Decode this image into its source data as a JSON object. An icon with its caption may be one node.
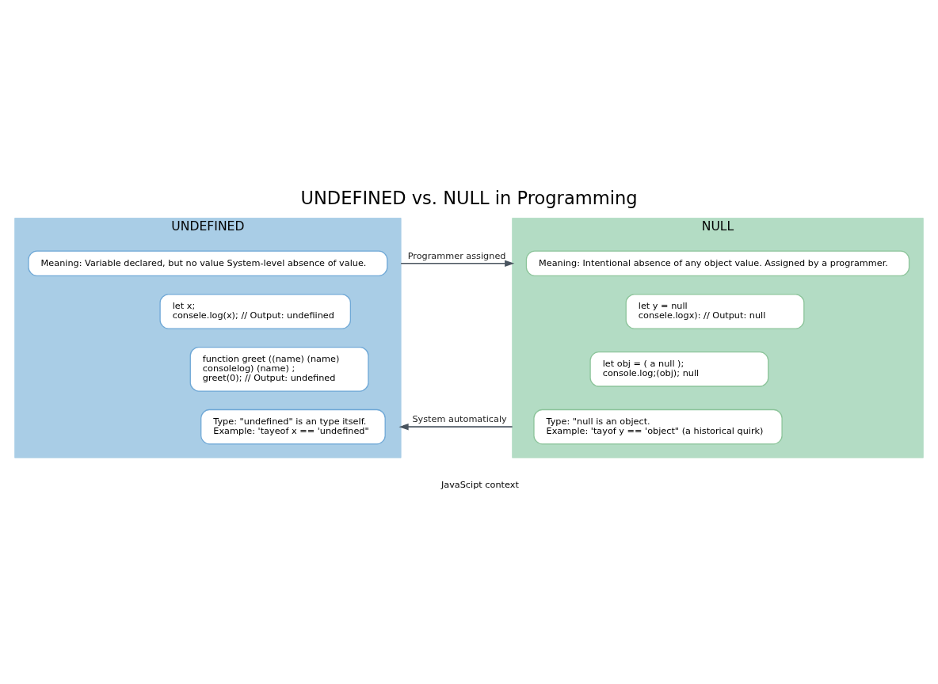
{
  "diagram": {
    "title": "UNDEFINED vs. NULL in Programming",
    "caption": "JavaScipt context",
    "nodes": [
      {
        "text": [
          "UNDEFINED"
        ]
      },
      {
        "text": [
          "Meaning: Variable declared, but no value System-level absence of value."
        ],
        "in": 0
      },
      {
        "text": [
          "let x;",
          "consele.log(x); // Output: undefiined"
        ],
        "in": 0
      },
      {
        "text": [
          "function greet ((name) (name)",
          "consolelog) (name) ;",
          "greet(0); // Output: undefined"
        ],
        "in": 0
      },
      {
        "text": [
          "Type: \"undefined\" is an type itself.",
          "Example: 'tayeof x == 'undefined\""
        ],
        "in": 0
      },
      {
        "text": [
          "NULL"
        ]
      },
      {
        "text": [
          "Meaning: Intentional absence of any object value. Assigned by a programmer."
        ],
        "in": 5
      },
      {
        "text": [
          "let y = null",
          "consele.logx): // Output: null"
        ],
        "in": 5
      },
      {
        "text": [
          "let obj = ( a null );",
          "console.log;(obj); null"
        ],
        "in": 5
      },
      {
        "text": [
          "Type: \"null is an object.",
          "Example: 'tayof y == 'object\" (a historical quirk)"
        ],
        "in": 5
      }
    ],
    "edges": [
      {
        "from": 0,
        "to": 5,
        "arrow": "to",
        "label": "Programmer assigned",
        "color": "#4a5560"
      },
      {
        "from": 5,
        "to": 0,
        "arrow": "to",
        "label": "System automaticaly",
        "color": "#4a5560"
      }
    ]
  }
}
